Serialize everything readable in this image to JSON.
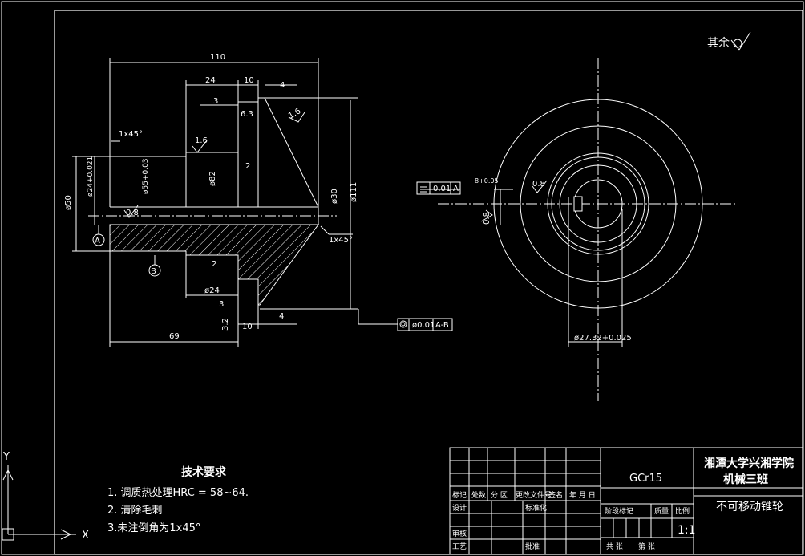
{
  "drawing": {
    "roughness_note": "其余",
    "dims": {
      "d110": "110",
      "d24": "24",
      "d10a": "10",
      "d4a": "4",
      "d3a": "3",
      "d63": "6.3",
      "d16a": "1.6",
      "d16b": "1.6",
      "d2a": "2",
      "d2b": "2",
      "chamfer1": "1x45°",
      "chamfer2": "1x45°",
      "phi24": "ø24+0.021",
      "phi55": "ø55+0.03",
      "phi82": "ø82",
      "phi30": "ø30",
      "phi111": "ø111",
      "phi50": "ø50",
      "r08a": "0.8",
      "r08b": "0.8",
      "r08c": "0.8",
      "phi24b": "ø24",
      "d3b": "3",
      "d32": "3.2",
      "d10b": "10",
      "d4b": "4",
      "d69": "69",
      "keyway": "8+0.05",
      "phi27": "ø27.32+0.025",
      "flat_tol": "0.01",
      "flat_ref": "A",
      "conc_tol": "ø0.01",
      "conc_ref": "A-B",
      "datum_a": "A",
      "datum_b": "B"
    },
    "axis_y": "Y",
    "axis_x": "X"
  },
  "tech_requirements": {
    "title": "技术要求",
    "items": [
      "1. 调质热处理HRC = 58~64.",
      "2. 清除毛刺",
      "3.未注倒角为1x45°"
    ]
  },
  "title_block": {
    "material": "GCr15",
    "school": "湘潭大学兴湘学院",
    "class": "机械三班",
    "part_name": "不可移动锥轮",
    "scale": "1:1",
    "hdr_mark": "标记",
    "hdr_count": "处数",
    "hdr_zone": "分 区",
    "hdr_doc": "更改文件号",
    "hdr_sign": "签名",
    "hdr_date": "年 月 日",
    "design": "设计",
    "check_std": "标准化",
    "review": "审核",
    "process": "工艺",
    "approve": "批准",
    "stage": "阶段标记",
    "weight": "质量",
    "ratio": "比例",
    "sheets_total": "共 张",
    "sheet_no": "第 张"
  }
}
